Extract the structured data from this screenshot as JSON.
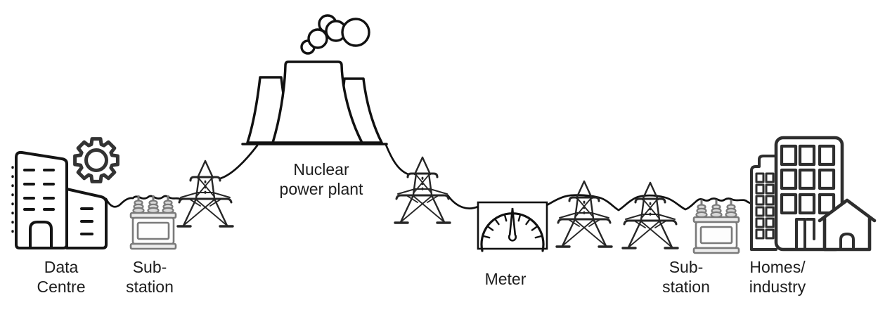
{
  "diagram": {
    "type": "power-grid-flow",
    "nodes": [
      {
        "id": "data-centre",
        "icon": "office-buildings-with-gear-icon",
        "label_line1": "Data",
        "label_line2": "Centre"
      },
      {
        "id": "substation-west",
        "icon": "transformer-icon",
        "label_line1": "Sub-",
        "label_line2": "station"
      },
      {
        "id": "nuclear-power-plant",
        "icon": "cooling-towers-steam-icon",
        "label_line1": "Nuclear",
        "label_line2": "power plant"
      },
      {
        "id": "meter",
        "icon": "analog-gauge-icon",
        "label_line1": "Meter",
        "label_line2": ""
      },
      {
        "id": "substation-east",
        "icon": "transformer-icon",
        "label_line1": "Sub-",
        "label_line2": "station"
      },
      {
        "id": "homes-industry",
        "icon": "buildings-and-house-icon",
        "label_line1": "Homes/",
        "label_line2": "industry"
      }
    ],
    "connectors": {
      "style": "curved power lines",
      "pylon_count": 4
    },
    "colors": {
      "line": "#1a1a1a",
      "substation_gray": "#7a7a7a",
      "background": "#ffffff"
    }
  }
}
